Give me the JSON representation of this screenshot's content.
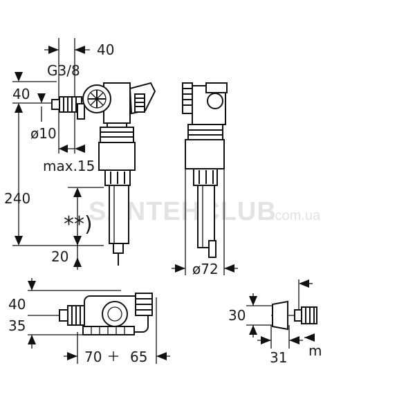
{
  "watermark": {
    "brand": "SANTEHCLUB",
    "domain": ".com.ua"
  },
  "side_view": {
    "width_top": "40",
    "thread": "G3/8",
    "inlet_height": "40",
    "pipe_diameter": "ø10",
    "max_length": "max.15",
    "total_height": "240",
    "note_mark": "**)",
    "bottom_offset": "20"
  },
  "front_view": {
    "diameter": "ø72"
  },
  "top_view": {
    "height_40": "40",
    "height_35": "35",
    "width_70": "70",
    "width_65": "65"
  },
  "detail_view": {
    "height_30": "30",
    "width_31": "31",
    "cut_label": "m"
  }
}
